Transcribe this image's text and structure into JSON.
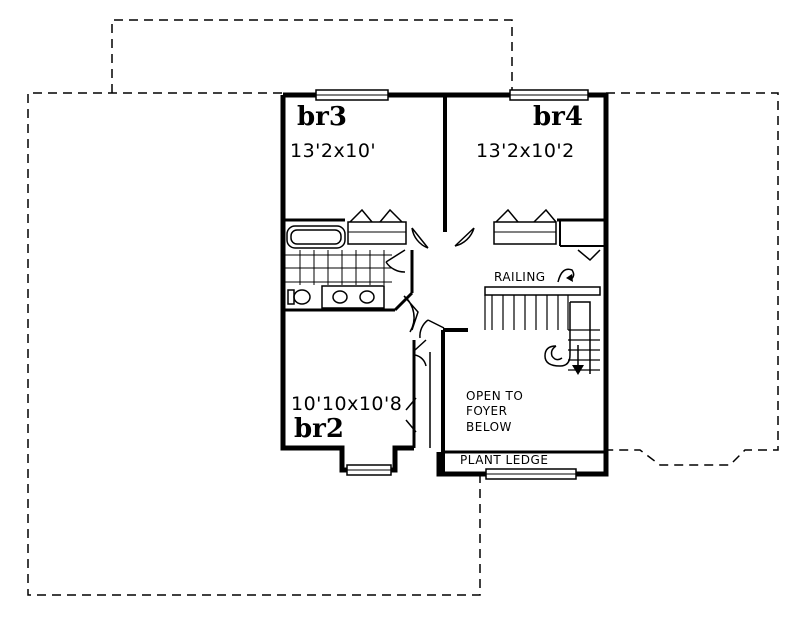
{
  "rooms": {
    "br3": {
      "name": "br3",
      "size": "13'2x10'"
    },
    "br4": {
      "name": "br4",
      "size": "13'2x10'2"
    },
    "br2": {
      "name": "br2",
      "size": "10'10x10'8"
    }
  },
  "labels": {
    "railing": "RAILING",
    "open_line1": "OPEN TO",
    "open_line2": "FOYER",
    "open_line3": "BELOW",
    "plant_ledge": "PLANT LEDGE"
  }
}
